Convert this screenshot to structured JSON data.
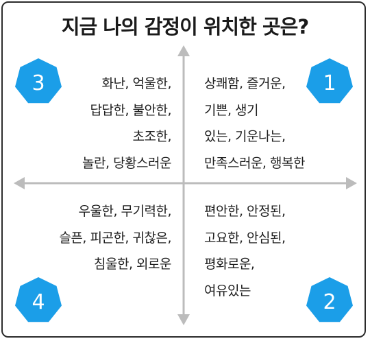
{
  "title": "지금 나의 감정이 위치한 곳은?",
  "colors": {
    "badge_fill": "#1b9ee8",
    "badge_text": "#ffffff",
    "axis": "#bcbcbc",
    "text": "#1e1e1e",
    "border": "#2b2b2b"
  },
  "quadrants": [
    {
      "number": "1",
      "lines": [
        "상쾌함, 즐거운,",
        "기쁜, 생기",
        "있는, 기운나는,",
        "만족스러운, 행복한"
      ]
    },
    {
      "number": "2",
      "lines": [
        "편안한, 안정된,",
        "고요한, 안심된,",
        "평화로운,",
        "여유있는"
      ]
    },
    {
      "number": "3",
      "lines": [
        "화난, 억울한,",
        "답답한, 불안한,",
        "초조한,",
        "놀란, 당황스러운"
      ]
    },
    {
      "number": "4",
      "lines": [
        "우울한, 무기력한,",
        "슬픈, 피곤한, 귀찮은,",
        "침울한, 외로운"
      ]
    }
  ]
}
